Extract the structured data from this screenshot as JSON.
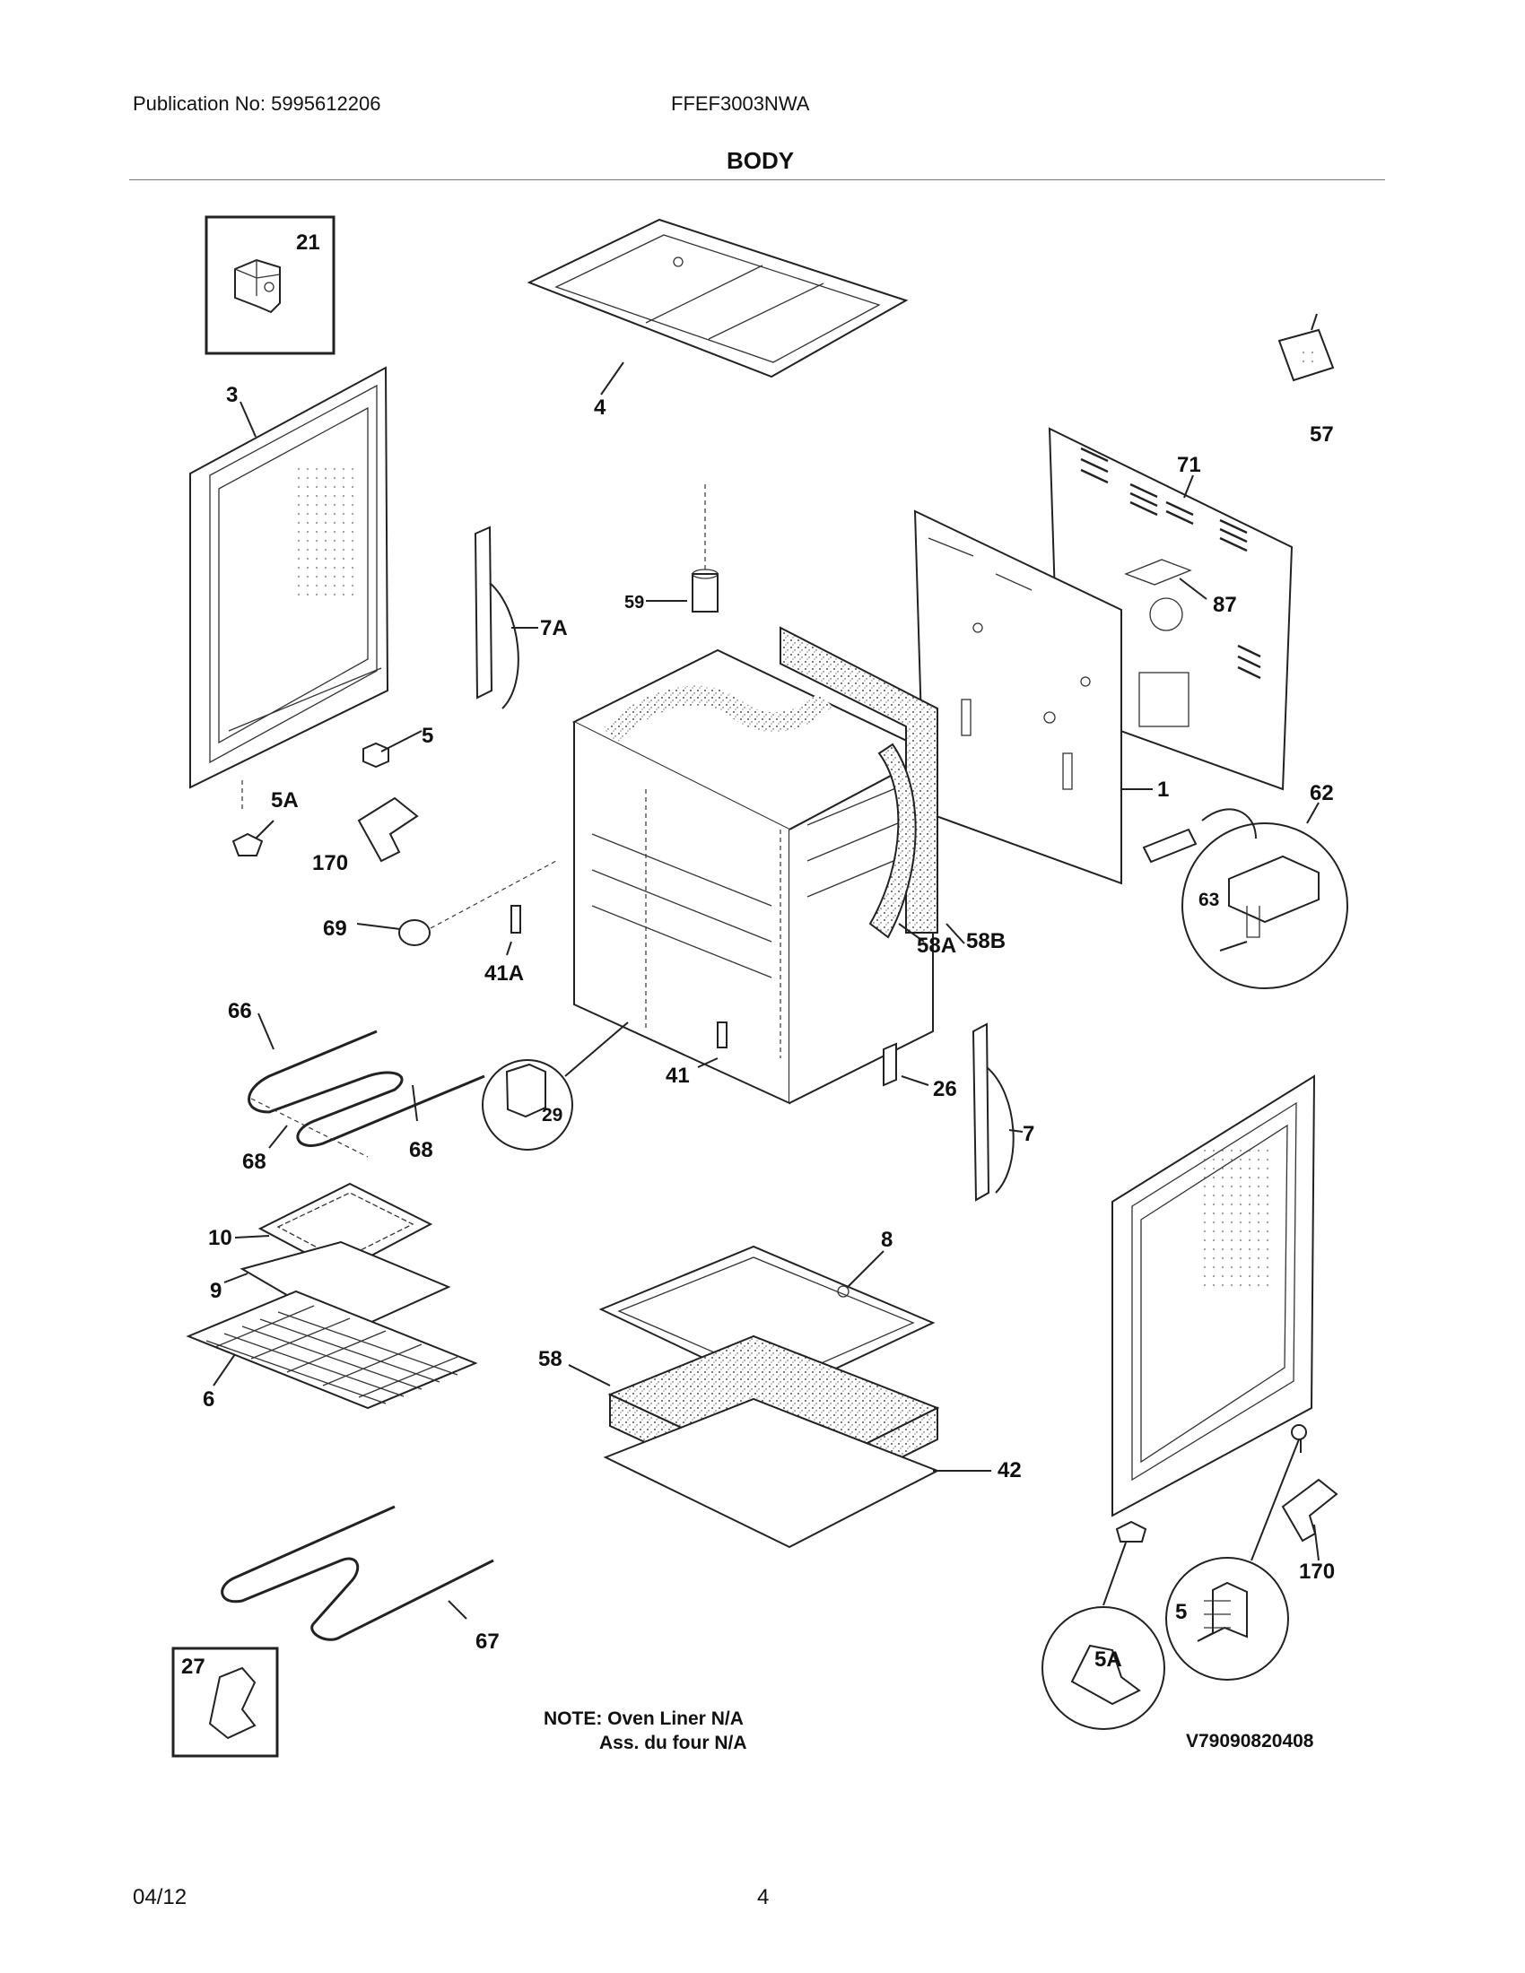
{
  "header": {
    "publication": "Publication No: 5995612206",
    "model": "FFEF3003NWA",
    "title": "BODY"
  },
  "callouts": {
    "c21": "21",
    "c4": "4",
    "c3": "3",
    "c57": "57",
    "c71": "71",
    "c87": "87",
    "c59": "59",
    "c7A": "7A",
    "c5": "5",
    "c5A": "5A",
    "c170": "170",
    "c1": "1",
    "c62": "62",
    "c63": "63",
    "c69": "69",
    "c41A": "41A",
    "c58A": "58A",
    "c58B": "58B",
    "c66": "66",
    "c29": "29",
    "c41": "41",
    "c26": "26",
    "c7": "7",
    "c68a": "68",
    "c68b": "68",
    "c10": "10",
    "c9": "9",
    "c6": "6",
    "c8": "8",
    "c58": "58",
    "c42": "42",
    "c170b": "170",
    "c5b": "5",
    "c5Ab": "5A",
    "c67": "67",
    "c27": "27"
  },
  "note": {
    "line1": "NOTE: Oven Liner N/A",
    "line2": "Ass. du four N/A"
  },
  "drawing_code": "V79090820408",
  "footer": {
    "date": "04/12",
    "page": "4"
  }
}
